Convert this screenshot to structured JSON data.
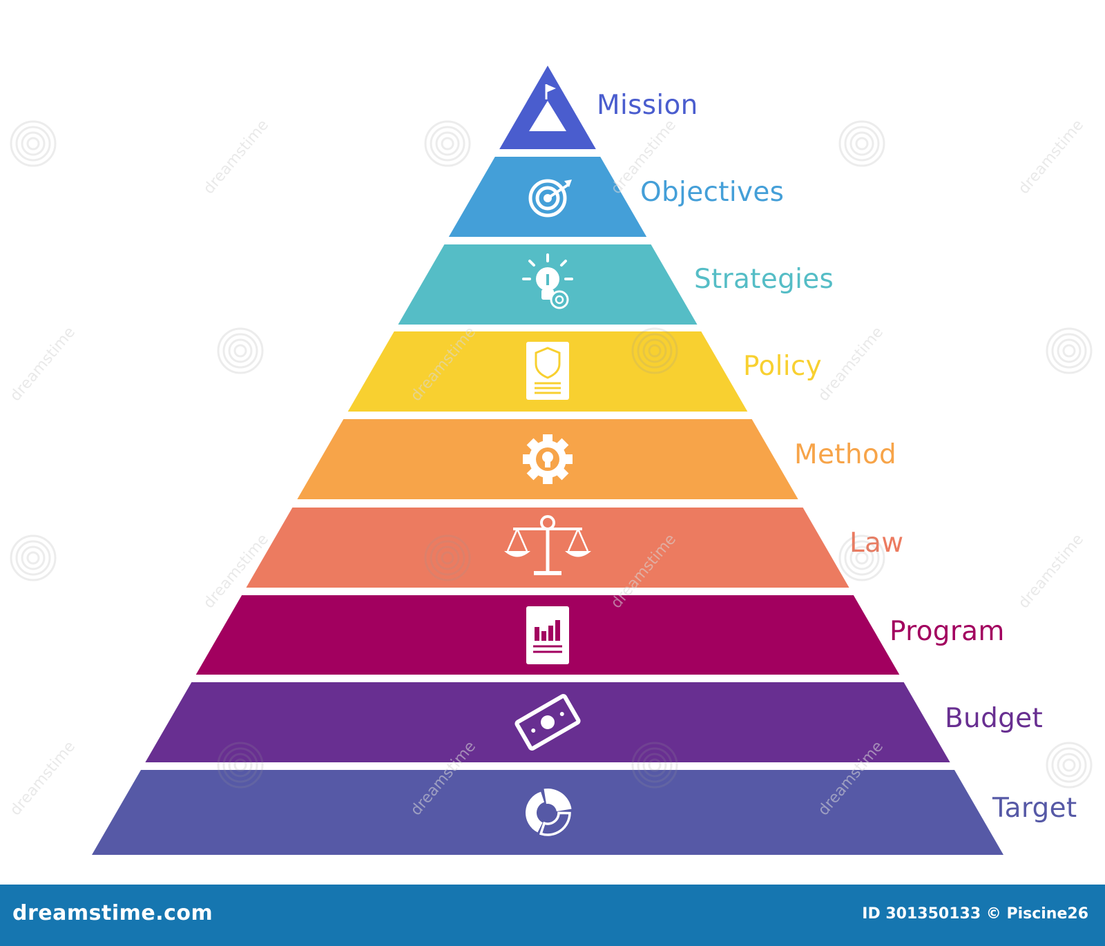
{
  "diagram": {
    "layers": [
      {
        "label": "Mission",
        "color": "#4a5dce",
        "icon": "mountain-flag-icon"
      },
      {
        "label": "Objectives",
        "color": "#449fd8",
        "icon": "target-icon"
      },
      {
        "label": "Strategies",
        "color": "#55bdc6",
        "icon": "lightbulb-target-icon"
      },
      {
        "label": "Policy",
        "color": "#f8d030",
        "icon": "shield-document-icon"
      },
      {
        "label": "Method",
        "color": "#f7a449",
        "icon": "gear-lightbulb-icon"
      },
      {
        "label": "Law",
        "color": "#ec7b60",
        "icon": "scales-icon"
      },
      {
        "label": "Program",
        "color": "#a2005f",
        "icon": "chart-document-icon"
      },
      {
        "label": "Budget",
        "color": "#682f91",
        "icon": "banknote-icon"
      },
      {
        "label": "Target",
        "color": "#5659a6",
        "icon": "donut-chart-icon"
      }
    ]
  },
  "watermark": {
    "text": "dreamstime"
  },
  "footer": {
    "brand": "dreamstime.com",
    "id_text": "ID 301350133 © Piscine26",
    "background": "#1676b0"
  }
}
